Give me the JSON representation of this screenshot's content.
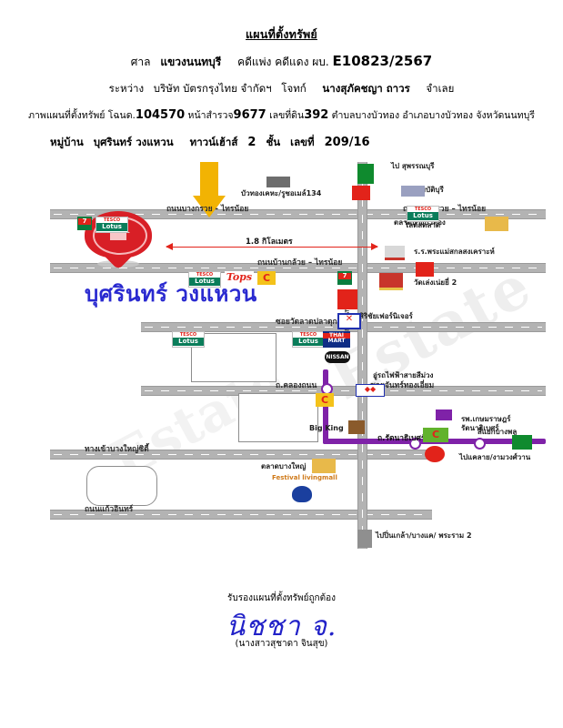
{
  "header": {
    "doc_title": "แผนที่ตั้งทรัพย์",
    "court_label": "ศาล",
    "court_name": "แขวงนนทบุรี",
    "case_type": "คดีแพ่ง คดีแดง ผบ.",
    "case_no": "E10823/2567",
    "between_label": "ระหว่าง",
    "plaintiff": "บริษัท บัตรกรุงไทย จำกัดฯ",
    "plaintiff_role": "โจทก์",
    "defendant": "นางสุภัคชญา  ถาวร",
    "defendant_role": "จำเลย",
    "deed_prefix": "ภาพแผนที่ตั้งทรัพย์ โฉนด.",
    "deed_no": "104570",
    "survey_label": "หน้าสำรวจ",
    "survey_no": "9677",
    "land_label": "เลขที่ดิน",
    "land_no": "392",
    "locality": "ตำบลบางบัวทอง อำเภอบางบัวทอง จังหวัดนนทบุรี",
    "village_label": "หมู่บ้าน",
    "village_name": "บุศรินทร์ วงแหวน",
    "house_type": "ทาวน์เฮ้าส์",
    "floors": "2",
    "floors_unit": "ชั้น",
    "house_no_label": "เลขที่",
    "house_no": "209/16"
  },
  "map": {
    "project_name": "บุศรินทร์ วงแหวน",
    "watermark": "Estate",
    "watermark2": "Estate",
    "distance_label": "1.8 กิโลเมตร",
    "roads": [
      {
        "name": "ถนนบางกรวย - ไทรน้อย"
      },
      {
        "name": "ถนนบางกรวย – ไทรน้อย"
      },
      {
        "name": "ถนนบ้านกล้วย – ไทรน้อย"
      },
      {
        "name": "ซอยวัดลาดปลาดุก"
      },
      {
        "name": "ถ.คลองถนน"
      },
      {
        "name": "ซอยจันทร์ทองเอี่ยม"
      },
      {
        "name": "ทางเข้าบางใหญ่ซิตี้"
      },
      {
        "name": "ถนนแก้วอินทร์"
      },
      {
        "name": "ถ.รัตนาธิเบศร์"
      },
      {
        "name": "ถนนบางกรวย"
      }
    ],
    "pois": [
      {
        "name": "บัวทองเคหะ/รูชอเมล์134"
      },
      {
        "name": "โลตัสตลาด"
      },
      {
        "name": "ไป สุพรรณบุรี"
      },
      {
        "name": "สมบัติบุรี"
      },
      {
        "name": "ตลาดบางบัวทอง"
      },
      {
        "name": "ร.ร.พระแม่สกลสงเคราะห์"
      },
      {
        "name": "วัดเล่งเน่ยยี่ 2"
      },
      {
        "name": "สิริชัยเฟอร์นิเจอร์"
      },
      {
        "name": "อู่รถไฟฟ้าสายสีม่วง"
      },
      {
        "name": "Big King"
      },
      {
        "name": "ตลาดบางใหญ่"
      },
      {
        "name": "Festival livingmall"
      },
      {
        "name": "รพ.เกษมราษฎร์ รัตนาธิเบศร์"
      },
      {
        "name": "สี่แยกบางพลู"
      },
      {
        "name": "ไปแคลาย/งามวงศ์วาน"
      },
      {
        "name": "ไปปิ่นเกล้า/บางแค/ พระราม 2"
      }
    ],
    "brands": [
      {
        "name": "TESCO Lotus"
      },
      {
        "name": "Tops"
      },
      {
        "name": "7-ELEVEN"
      },
      {
        "name": "CP Fresh Mart"
      },
      {
        "name": "THAI MART"
      },
      {
        "name": "NISSAN"
      }
    ],
    "colors": {
      "mrt_line": "#7f22a8",
      "pin": "#d81f26",
      "arrow": "#f2b303",
      "project_text": "#2a2ad0",
      "road": "#b3b3b3"
    }
  },
  "footer": {
    "certify_text": "รับรองแผนที่ตั้งทรัพย์ถูกต้อง",
    "signature": "นิชชา จ.",
    "signer_name": "(นางสาวสุชาดา  จินสุข)"
  }
}
